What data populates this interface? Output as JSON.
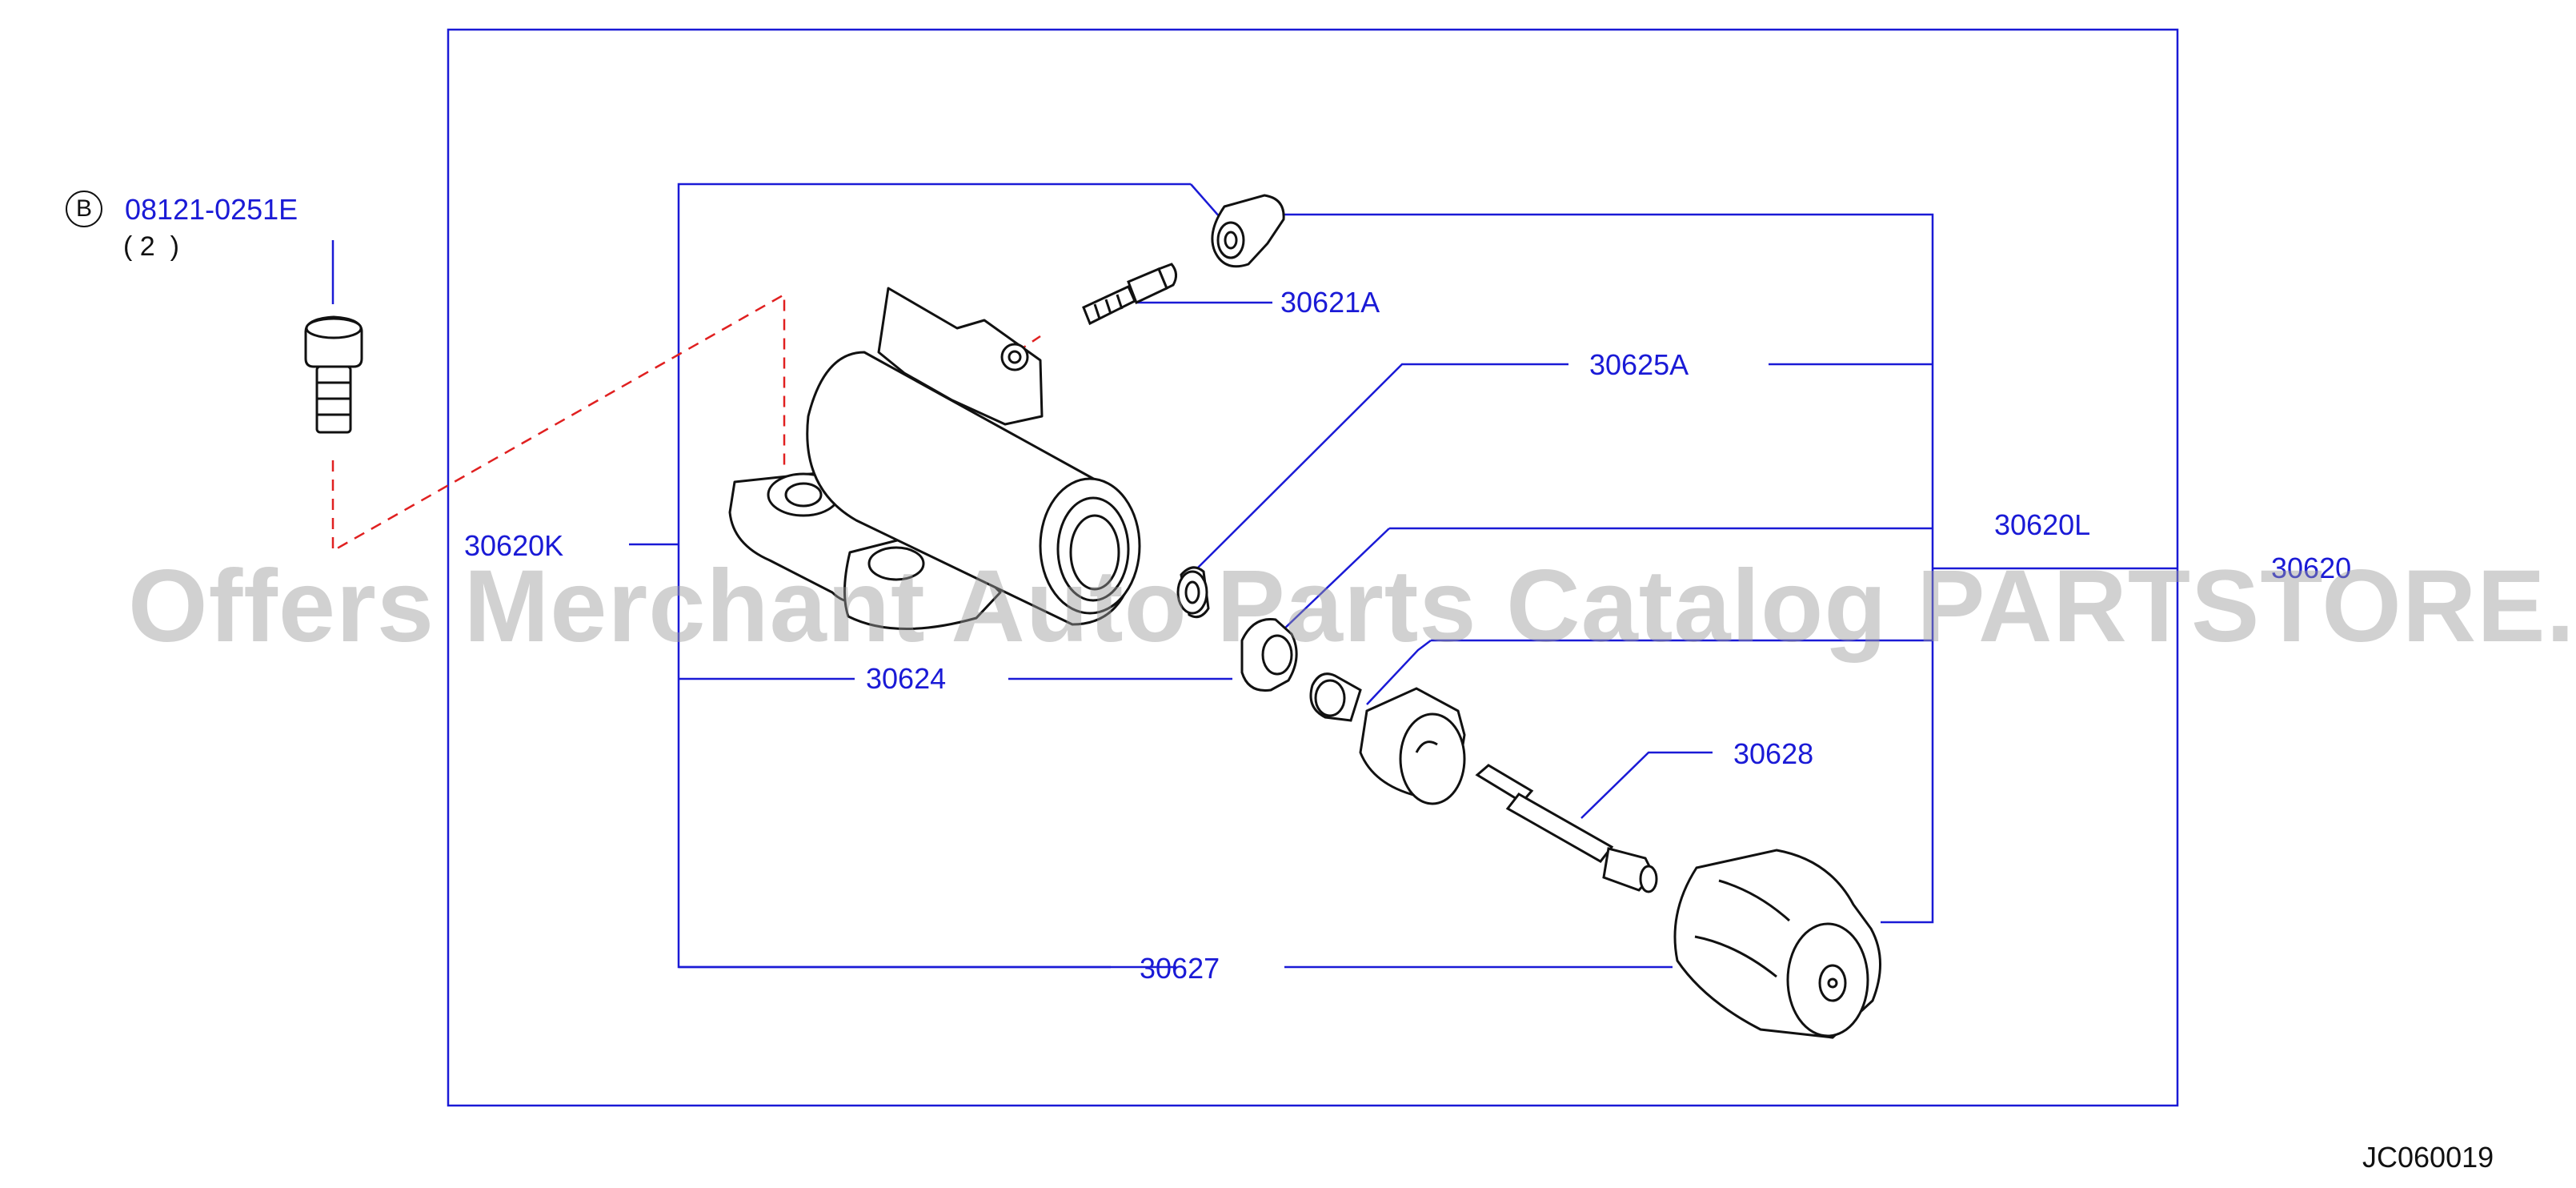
{
  "diagram": {
    "id": "JC060019",
    "watermark": "Offers Merchant Auto Parts Catalog PARTSTORE.SA",
    "bolt": {
      "marker": "B",
      "part_number": "08121-0251E",
      "quantity": "( 2  )"
    },
    "callouts": [
      {
        "key": "30621A",
        "label": "30621A"
      },
      {
        "key": "30625A",
        "label": "30625A"
      },
      {
        "key": "30620K",
        "label": "30620K"
      },
      {
        "key": "30620L",
        "label": "30620L"
      },
      {
        "key": "30620",
        "label": "30620"
      },
      {
        "key": "30624",
        "label": "30624"
      },
      {
        "key": "30628",
        "label": "30628"
      },
      {
        "key": "30627",
        "label": "30627"
      }
    ]
  },
  "colors": {
    "leader_line": "#1a1ad6",
    "callout_text": "#1a1ad6",
    "part_outline": "#111111",
    "dashed_guide": "#e02020",
    "watermark": "#9a9a9a"
  }
}
